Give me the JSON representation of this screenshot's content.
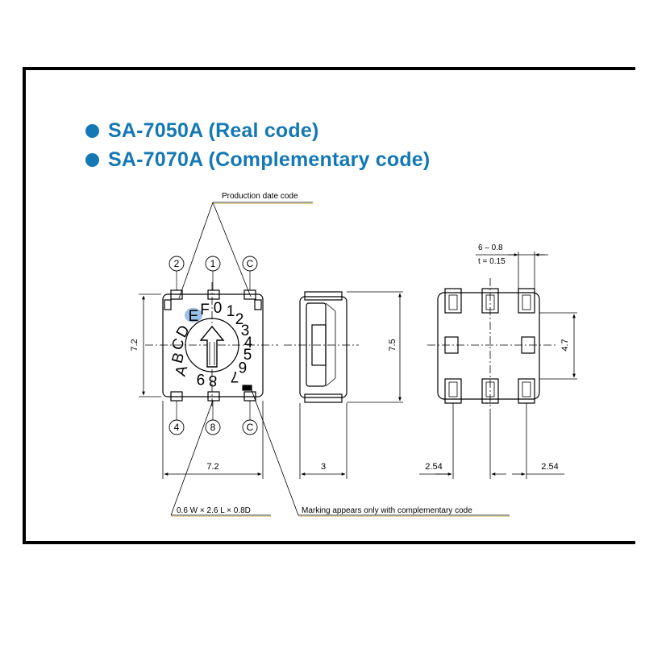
{
  "headings": [
    {
      "text": "SA-7050A (Real code)",
      "color": "#1478b4"
    },
    {
      "text": "SA-7070A (Complementary code)",
      "color": "#1478b4"
    }
  ],
  "labels": {
    "production_date_code": "Production date code",
    "marking_note": "Marking appears only with complementary code",
    "pin_hole": "0.6 W × 2.6 L × 0.8D",
    "thickness_spec_1": "6 – 0.8",
    "thickness_spec_2": "t = 0.15"
  },
  "pins": {
    "top": [
      "2",
      "1",
      "C"
    ],
    "bottom": [
      "4",
      "8",
      "C"
    ]
  },
  "dial_characters": [
    "E",
    "F",
    "0",
    "1",
    "2",
    "3",
    "4",
    "5",
    "6",
    "7",
    "8",
    "9",
    "A",
    "B",
    "C",
    "D"
  ],
  "dimensions": {
    "front_height": "7.2",
    "front_width": "7.2",
    "side_height": "7.5",
    "side_depth": "3",
    "bottom_span": "4.7",
    "pitch_left": "2.54",
    "pitch_right": "2.54"
  }
}
